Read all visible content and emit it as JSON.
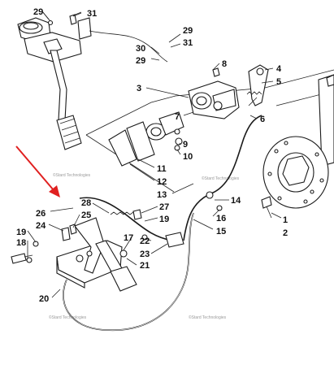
{
  "callouts": [
    {
      "id": "c29a",
      "text": "29"
    },
    {
      "id": "c31a",
      "text": "31"
    },
    {
      "id": "c29b",
      "text": "29"
    },
    {
      "id": "c31b",
      "text": "31"
    },
    {
      "id": "c30",
      "text": "30"
    },
    {
      "id": "c29c",
      "text": "29"
    },
    {
      "id": "c8",
      "text": "8"
    },
    {
      "id": "c4",
      "text": "4"
    },
    {
      "id": "c5",
      "text": "5"
    },
    {
      "id": "c3",
      "text": "3"
    },
    {
      "id": "c7",
      "text": "7"
    },
    {
      "id": "c6",
      "text": "6"
    },
    {
      "id": "c9",
      "text": "9"
    },
    {
      "id": "c10",
      "text": "10"
    },
    {
      "id": "c11",
      "text": "11"
    },
    {
      "id": "c12",
      "text": "12"
    },
    {
      "id": "c13",
      "text": "13"
    },
    {
      "id": "c14",
      "text": "14"
    },
    {
      "id": "c16",
      "text": "16"
    },
    {
      "id": "c15",
      "text": "15"
    },
    {
      "id": "c1",
      "text": "1"
    },
    {
      "id": "c2",
      "text": "2"
    },
    {
      "id": "c26",
      "text": "26"
    },
    {
      "id": "c28",
      "text": "28"
    },
    {
      "id": "c25",
      "text": "25"
    },
    {
      "id": "c24",
      "text": "24"
    },
    {
      "id": "c27",
      "text": "27"
    },
    {
      "id": "c19a",
      "text": "19"
    },
    {
      "id": "c19b",
      "text": "19"
    },
    {
      "id": "c18",
      "text": "18"
    },
    {
      "id": "c17",
      "text": "17"
    },
    {
      "id": "c22",
      "text": "22"
    },
    {
      "id": "c23",
      "text": "23"
    },
    {
      "id": "c21",
      "text": "21"
    },
    {
      "id": "c20",
      "text": "20"
    }
  ],
  "watermark": "©Stard Technologies",
  "colors": {
    "arrow": "#e02020",
    "line": "#1a1a1a",
    "watermark": "#9a9a9a"
  }
}
